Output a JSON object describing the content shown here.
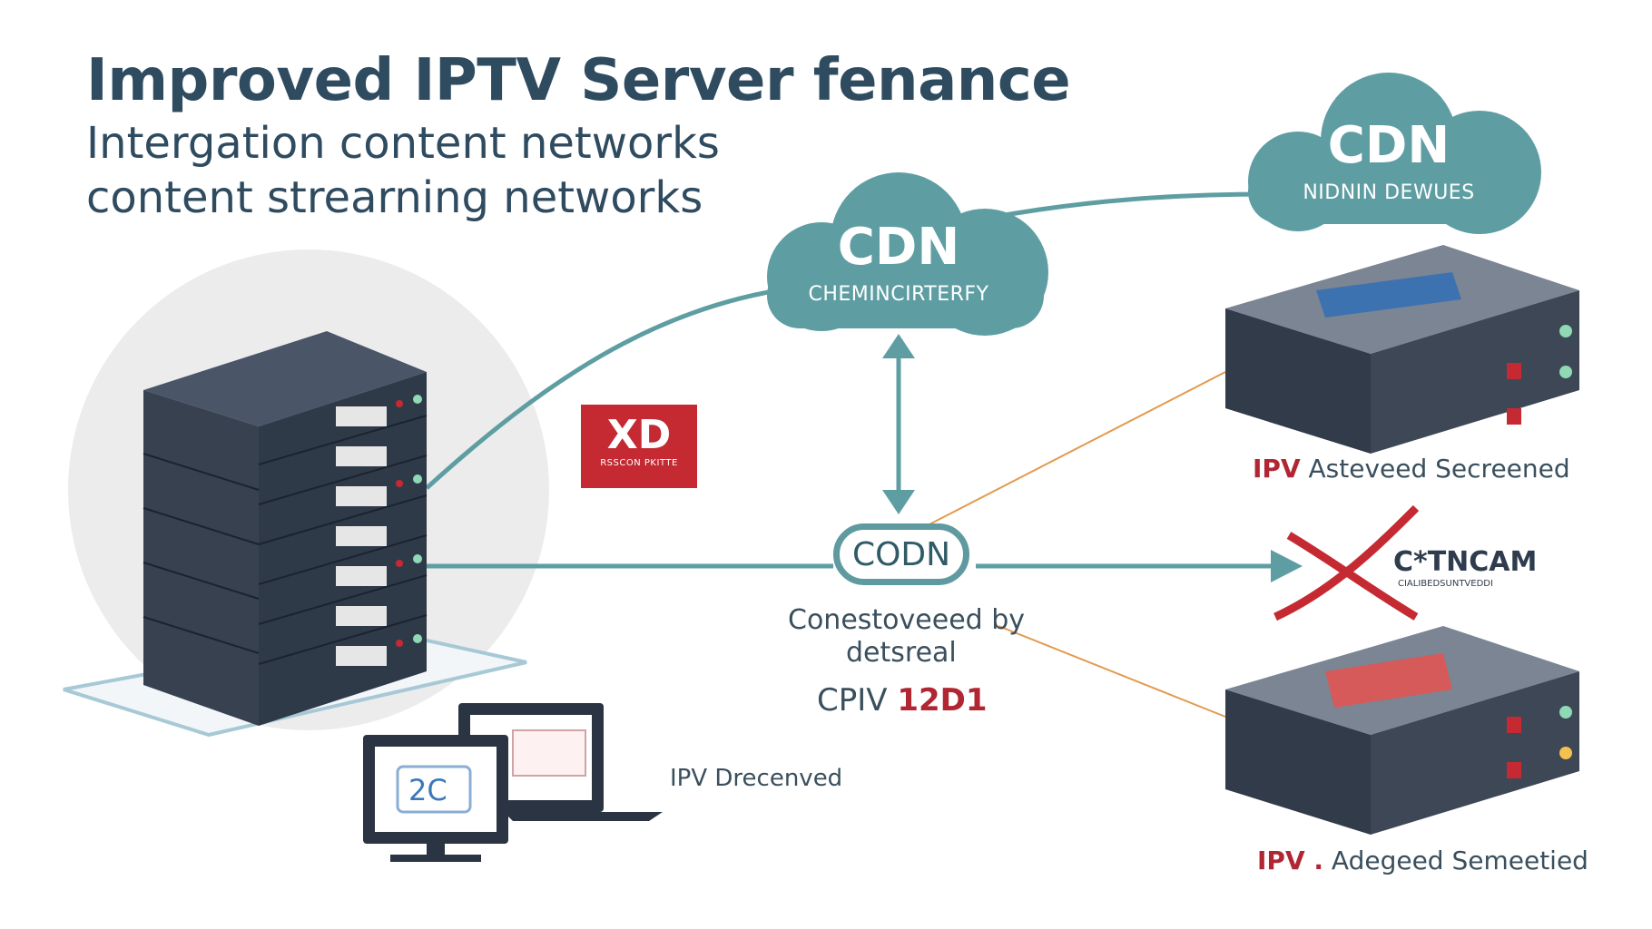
{
  "header": {
    "title": "Improved IPTV Server fenance",
    "subtitle_line1": "Intergation content networks",
    "subtitle_line2": "content strearning networks"
  },
  "clouds": {
    "center": {
      "title": "CDN",
      "subtitle": "CHEMINCIRTERFY"
    },
    "top_right": {
      "title": "CDN",
      "subtitle": "NIDNIN DEWUES"
    }
  },
  "hub": {
    "label": "CODN",
    "caption_line1": "Conestoveeed by",
    "caption_line2": "detsreal",
    "code_prefix": "CPIV",
    "code_suffix": "12D1"
  },
  "xd_badge": {
    "title": "XD",
    "subtitle": "RSSCON PKITTE"
  },
  "servers": {
    "top": {
      "prefix": "IPV",
      "label": "Asteveed Secreened"
    },
    "bottom": {
      "prefix": "IPV .",
      "label": "Adegeed Semeetied"
    }
  },
  "partner": {
    "name": "C*TNCAM",
    "sub": "CIALIBEDSUNTVEDDI"
  },
  "clients": {
    "label": "IPV Drecenved",
    "screen_text": "2C"
  },
  "colors": {
    "teal": "#5e9ea3",
    "navy": "#2f3c4d",
    "red": "#c52a32",
    "orange": "#e39a4d"
  }
}
